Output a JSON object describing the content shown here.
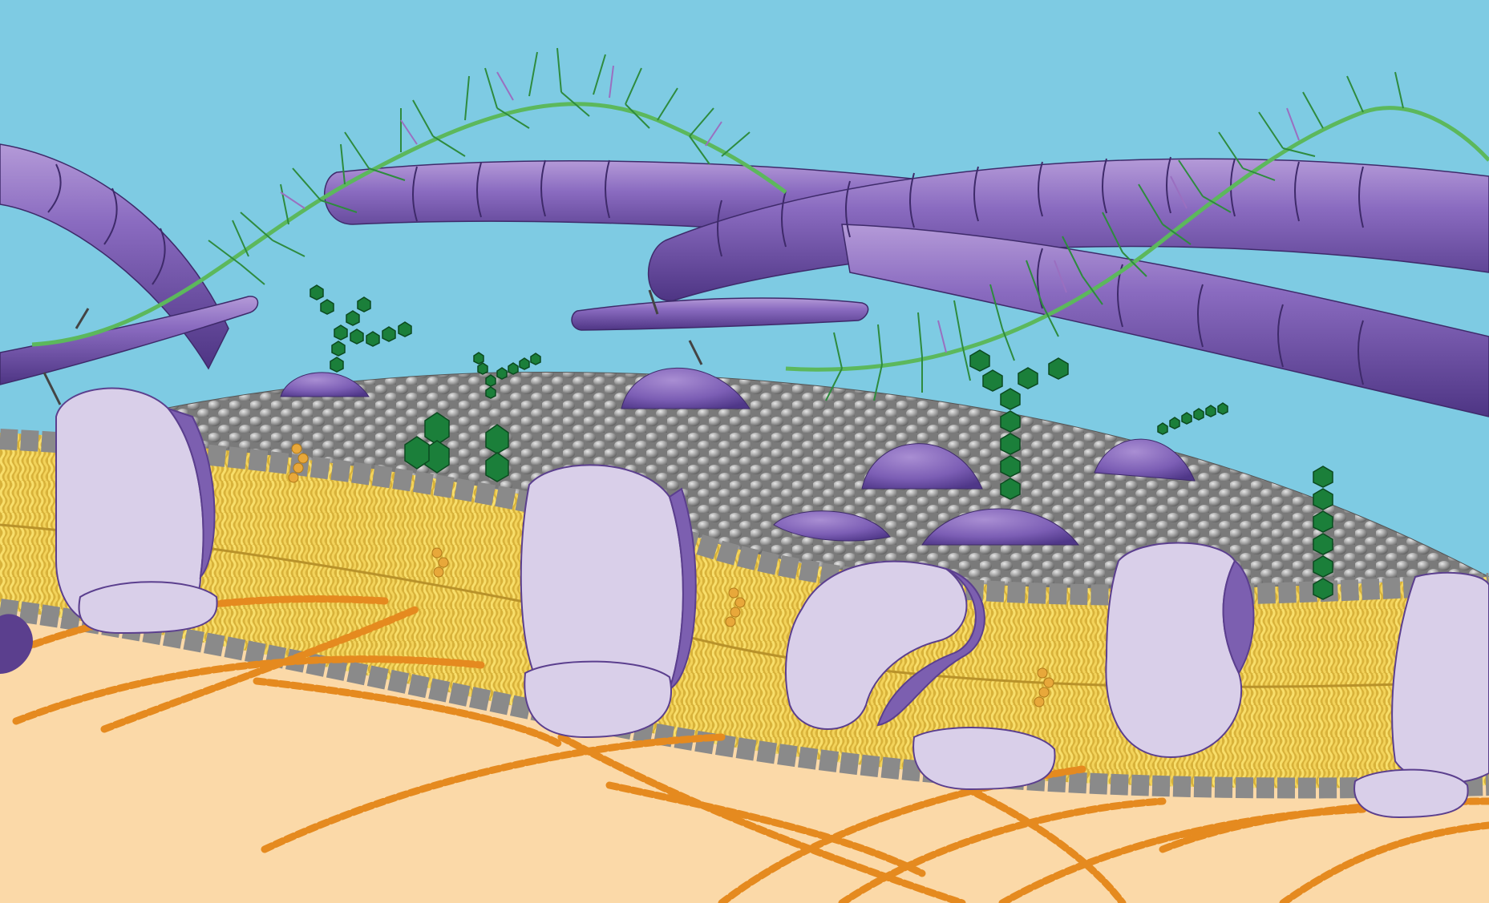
{
  "diagram": {
    "labels": [],
    "palette": {
      "extracellular_fluid": "#7ecbe3",
      "cytoplasm": "#fbd9a8",
      "collagen_fiber": "#8262b4",
      "collagen_dark": "#5b3f8e",
      "proteoglycan_core": "#5cb85c",
      "proteoglycan_branches": "#2e8b3e",
      "glycoprotein_sugar": "#1b7f3a",
      "phospholipid_head": "#9a9a9a",
      "lipid_tails": "#f2cf4a",
      "integral_protein": "#d9cfe9",
      "integral_protein_edge": "#7c5fb0",
      "cytoskeleton_filament": "#e58a1f",
      "cholesterol": "#e8a83a"
    },
    "components": [
      {
        "id": "extracellular-fluid",
        "kind": "background"
      },
      {
        "id": "cytoplasm",
        "kind": "background"
      },
      {
        "id": "collagen-fibers",
        "count": 5
      },
      {
        "id": "proteoglycan-complex",
        "count": 2
      },
      {
        "id": "glycoproteins",
        "count": 4
      },
      {
        "id": "peripheral-proteins",
        "count": 6
      },
      {
        "id": "integral-proteins",
        "count": 5
      },
      {
        "id": "lipid-bilayer",
        "kind": "membrane"
      },
      {
        "id": "cholesterol",
        "count": 4
      },
      {
        "id": "microfilaments",
        "kind": "cytoskeleton"
      }
    ]
  }
}
